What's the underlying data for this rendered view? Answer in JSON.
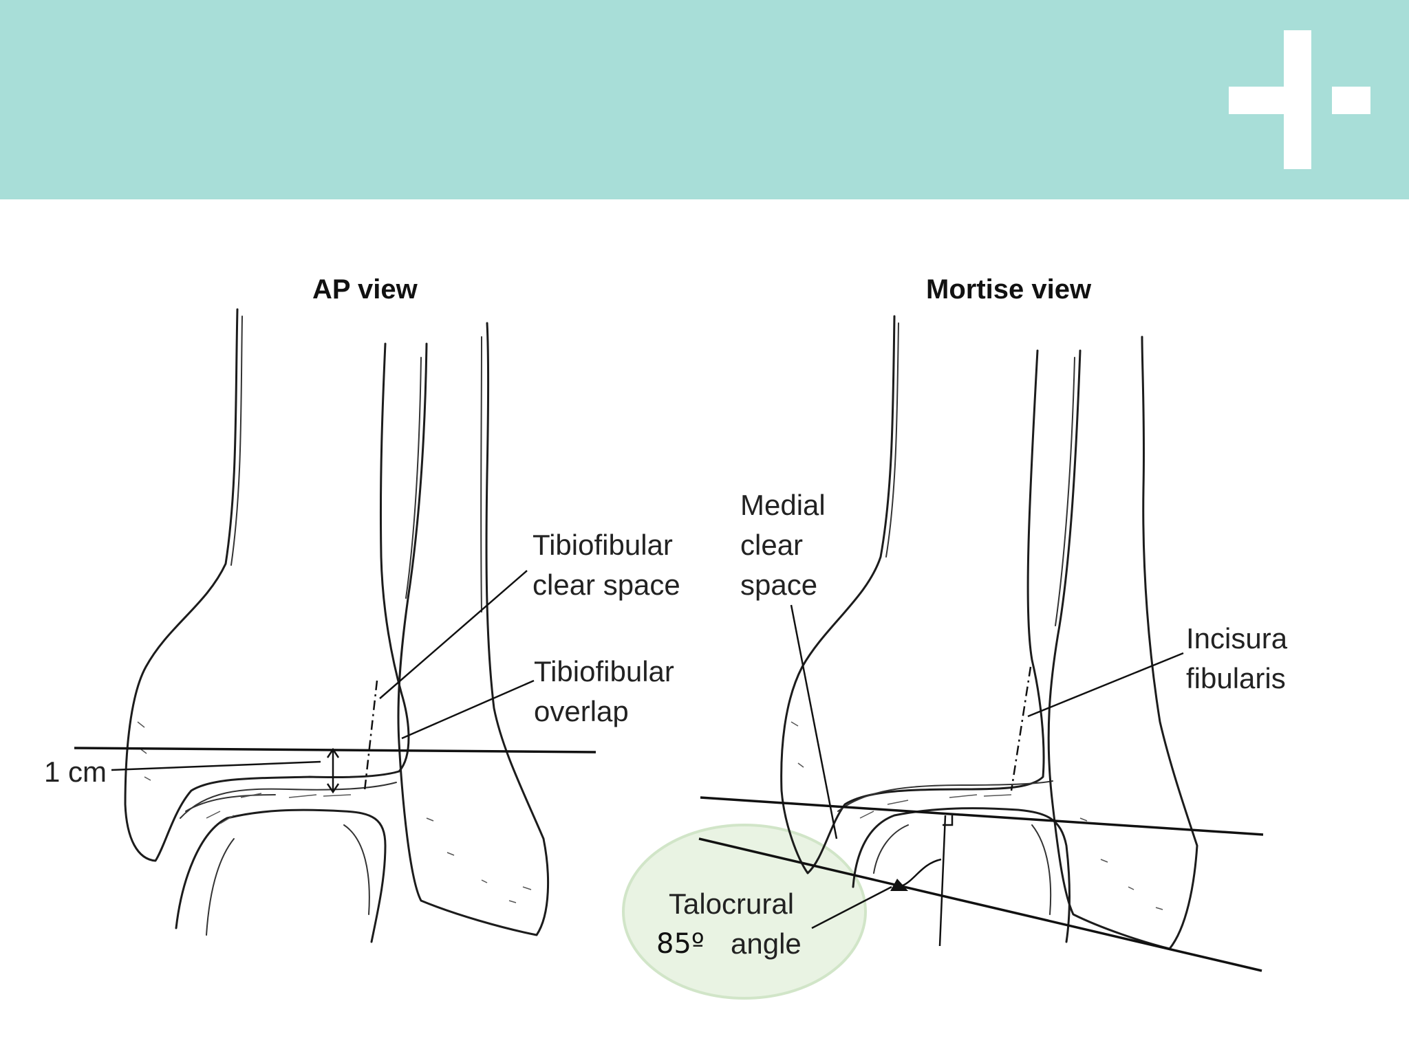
{
  "header": {
    "band_color": "#a8ded8",
    "logo_icon": "plus-minus-logo-icon"
  },
  "figure": {
    "ap_view": {
      "title": "AP view",
      "label_1cm": "1 cm",
      "tibiofibular_clear_space": [
        "Tibiofibular",
        "clear space"
      ],
      "tibiofibular_overlap": [
        "Tibiofibular",
        "overlap"
      ]
    },
    "mortise_view": {
      "title": "Mortise view",
      "medial_clear_space": [
        "Medial",
        "clear",
        "space"
      ],
      "incisura_fibularis": [
        "Incisura",
        "fibularis"
      ],
      "talocrural_angle": [
        "Talocrural",
        "angle"
      ],
      "angle_value": "85º",
      "highlight_color": "#e8f3e2"
    }
  }
}
